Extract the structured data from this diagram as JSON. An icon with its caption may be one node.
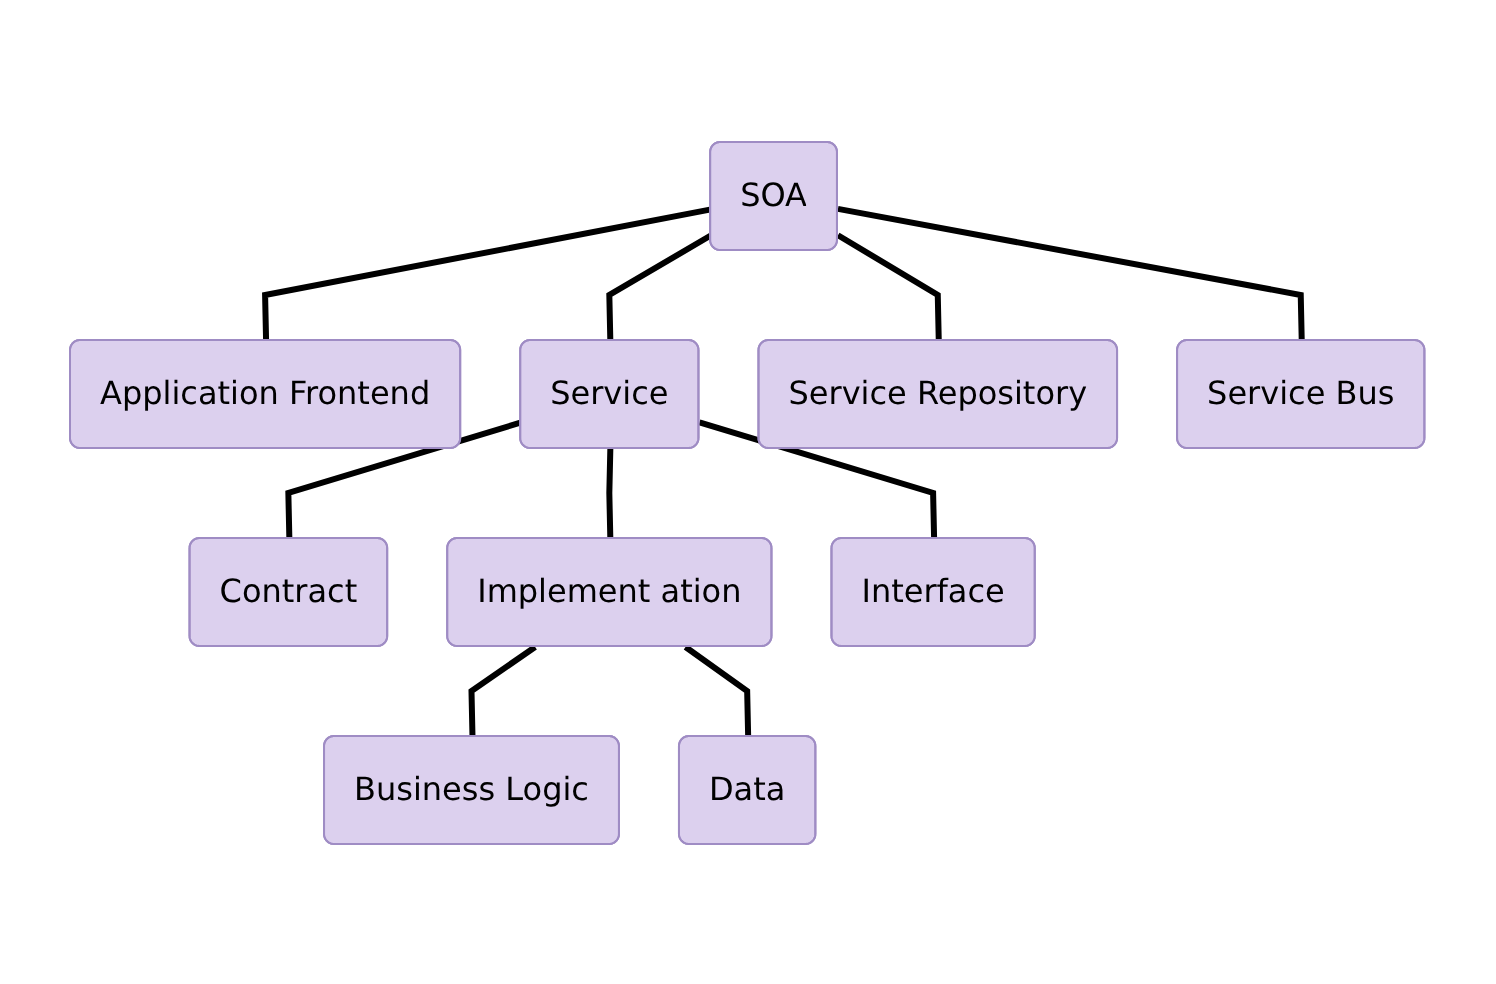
{
  "diagram": {
    "nodes": [
      {
        "text": [
          "SOA"
        ]
      },
      {
        "text": [
          "Application Frontend"
        ]
      },
      {
        "text": [
          "Service"
        ]
      },
      {
        "text": [
          "Service Repository"
        ]
      },
      {
        "text": [
          "Service Bus"
        ]
      },
      {
        "text": [
          "Contract"
        ]
      },
      {
        "text": [
          "Implement ation"
        ]
      },
      {
        "text": [
          "Interface"
        ]
      },
      {
        "text": [
          "Business Logic"
        ]
      },
      {
        "text": [
          "Data"
        ]
      }
    ],
    "edges": [
      {
        "from": 0,
        "to": 1,
        "arrow": "none"
      },
      {
        "from": 0,
        "to": 2,
        "arrow": "none"
      },
      {
        "from": 0,
        "to": 3,
        "arrow": "none"
      },
      {
        "from": 0,
        "to": 4,
        "arrow": "none"
      },
      {
        "from": 2,
        "to": 5,
        "arrow": "none"
      },
      {
        "from": 2,
        "to": 6,
        "arrow": "none"
      },
      {
        "from": 2,
        "to": 7,
        "arrow": "none"
      },
      {
        "from": 6,
        "to": 8,
        "arrow": "none"
      },
      {
        "from": 6,
        "to": 9,
        "arrow": "none"
      }
    ]
  }
}
